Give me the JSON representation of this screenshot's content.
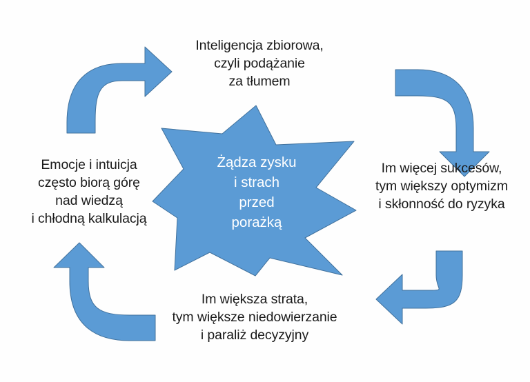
{
  "diagram": {
    "title_center": "Żądza zysku\ni strach\nprzed\nporażką",
    "center_shape": "seven-pointed-star",
    "accent_color": "#5B9BD5",
    "accent_stroke_color": "#41719C",
    "text_color": "#1A1A1A",
    "center_text_color": "#FFFFFF",
    "background_color": "#FEFEFE",
    "cycle_direction": "clockwise",
    "nodes": [
      {
        "position": "top",
        "text": "Inteligencja zbiorowa,\nczyli podążanie\nza tłumem"
      },
      {
        "position": "right",
        "text": "Im więcej sukcesów,\ntym większy optymizm\ni skłonność do ryzyka"
      },
      {
        "position": "bottom",
        "text": "Im większa strata,\ntym większe niedowierzanie\ni paraliż decyzyjny"
      },
      {
        "position": "left",
        "text": "Emocje i intuicja\nczęsto biorą górę\nnad wiedzą\ni chłodną kalkulacją"
      }
    ],
    "arrows": [
      {
        "name": "arrow-top-left",
        "from": "left",
        "to": "top",
        "points": "right"
      },
      {
        "name": "arrow-top-right",
        "from": "top",
        "to": "right",
        "points": "down"
      },
      {
        "name": "arrow-bottom-right",
        "from": "right",
        "to": "bottom",
        "points": "left"
      },
      {
        "name": "arrow-bottom-left",
        "from": "bottom",
        "to": "left",
        "points": "up"
      }
    ]
  }
}
